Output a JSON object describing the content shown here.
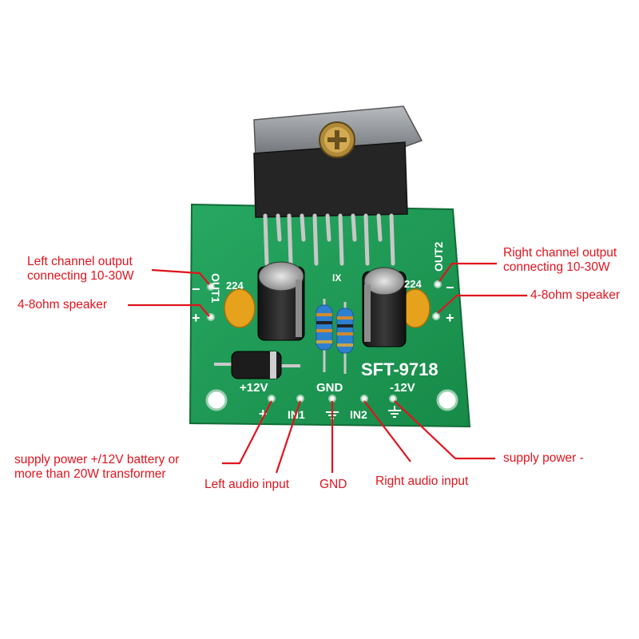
{
  "colors": {
    "annotation": "#e0141e",
    "pcb": "#1f9a55",
    "silkscreen": "#ffffff",
    "heatsink_tab": "#8a8e92",
    "ic_body": "#2b2b2b",
    "capacitor": "#2a2a2a",
    "ceramic_cap": "#e8a020"
  },
  "board": {
    "model": "SFT-9718",
    "silk": {
      "out1": "OUT1",
      "out2": "OUT2",
      "cap_left": "224",
      "cap_right": "224",
      "minus_left": "−",
      "plus_left": "+",
      "minus_right": "−",
      "plus_right": "+",
      "plus12": "+12V",
      "gnd": "GND",
      "minus12": "-12V",
      "in1": "IN1",
      "in2": "IN2",
      "plus_bottom": "+",
      "ic_mark": "IX"
    }
  },
  "annotations": {
    "left_output": "Left channel output\nconnecting 10-30W",
    "left_speaker": "4-8ohm speaker",
    "right_output": "Right channel output\nconnecting 10-30W",
    "right_speaker": "4-8ohm speaker",
    "supply_plus": "supply power +/12V battery or\nmore than 20W transformer",
    "left_input": "Left audio input",
    "gnd": "GND",
    "right_input": "Right audio input",
    "supply_minus": "supply power -"
  }
}
